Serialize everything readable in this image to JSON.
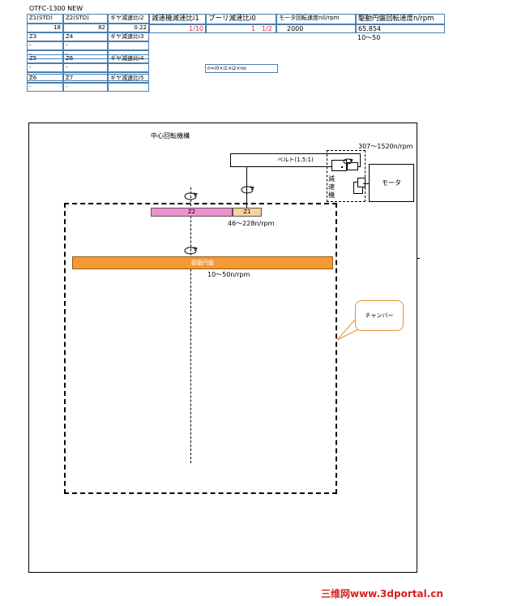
{
  "title": "OTFC-1300  NEW",
  "table": {
    "headers": [
      "Z1(STD)",
      "Z2(STD)",
      "ギヤ減速比i2",
      "減速機減速比i1",
      "プーリ減速比i0",
      "モータ回転速度n0/rpm",
      "駆動円盤回転速度n/rpm"
    ],
    "row1": {
      "z1": "18",
      "z2": "82",
      "i2": "0.22",
      "i1": "1/10",
      "i0_a": "1",
      "i0_b": "1/2",
      "n0": "2000",
      "n": "65.854"
    },
    "n_range": "10～50",
    "row2": {
      "a": "Z3",
      "b": "Z4",
      "c": "ギヤ減速比i3"
    },
    "row4": {
      "a": "Z5",
      "b": "Z6",
      "c": "ギヤ減速比i4"
    },
    "row6": {
      "a": "Z6",
      "b": "Z7",
      "c": "ギヤ減速比i5"
    },
    "dash": "-"
  },
  "formula": "n=i0×i1×i2×no",
  "diagram": {
    "mechanism_label": "中心回転機構",
    "belt_label": "ベルト(1.5:1)",
    "motor_label": "モータ",
    "reducer_label": "減速機",
    "motor_speed": "307～1520n/rpm",
    "z2_label": "Z2",
    "z1_label": "Z1",
    "gear_speed": "46～228n/rpm",
    "disk_label": "駆動円盤",
    "disk_speed": "10～50n/rpm",
    "chamber_label": "チャンバー"
  },
  "watermark": "三维网www.3dportal.cn",
  "colors": {
    "grid": "#4a7fb0",
    "red_value": "#d4343f",
    "z2": "#f08fd0",
    "z1": "#f7d29a",
    "disk": "#f39a35",
    "callout_border": "#e8902e",
    "watermark": "#d42020"
  }
}
